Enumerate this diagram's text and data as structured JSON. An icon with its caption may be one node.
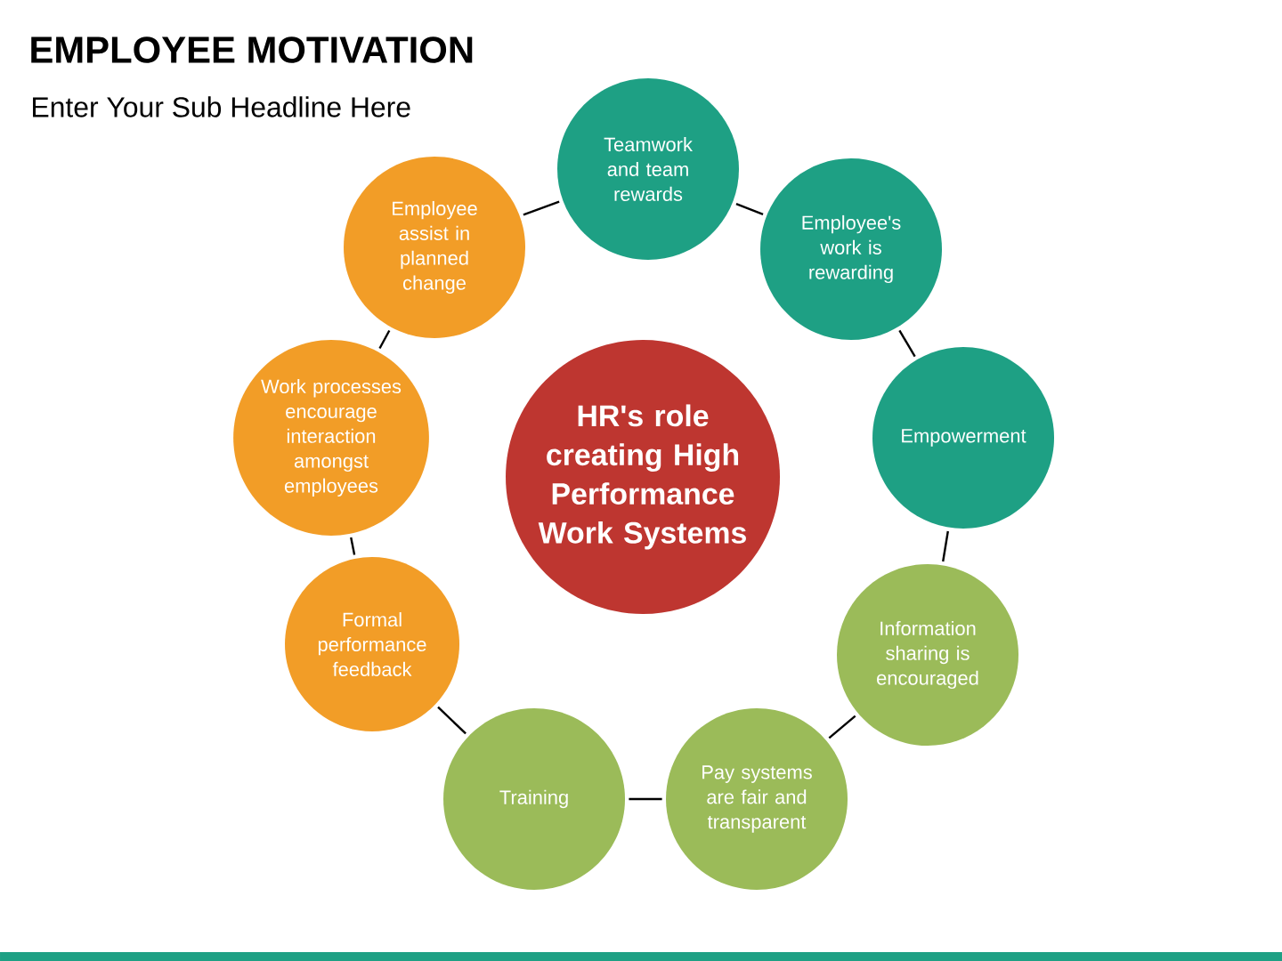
{
  "diagram": {
    "title": "EMPLOYEE MOTIVATION",
    "labels": [
      "Enter Your Sub Headline Here"
    ],
    "nodes": [
      {
        "text": [
          "HR's role creating High Performance Work Systems"
        ]
      },
      {
        "text": [
          "Teamwork and team rewards"
        ]
      },
      {
        "text": [
          "Employee's work is rewarding"
        ]
      },
      {
        "text": [
          "Empowerment"
        ]
      },
      {
        "text": [
          "Information sharing is encouraged"
        ]
      },
      {
        "text": [
          "Pay systems are fair and transparent"
        ]
      },
      {
        "text": [
          "Training"
        ]
      },
      {
        "text": [
          "Formal performance feedback"
        ]
      },
      {
        "text": [
          "Work processes encourage interaction amongst employees"
        ]
      },
      {
        "text": [
          "Employee assist in planned change"
        ]
      }
    ],
    "edges": [
      {
        "from": 1,
        "to": 2,
        "arrow": "none"
      },
      {
        "from": 2,
        "to": 3,
        "arrow": "none"
      },
      {
        "from": 3,
        "to": 4,
        "arrow": "none"
      },
      {
        "from": 4,
        "to": 5,
        "arrow": "none"
      },
      {
        "from": 5,
        "to": 6,
        "arrow": "none"
      },
      {
        "from": 6,
        "to": 7,
        "arrow": "none"
      },
      {
        "from": 7,
        "to": 8,
        "arrow": "none"
      },
      {
        "from": 8,
        "to": 9,
        "arrow": "none"
      },
      {
        "from": 9,
        "to": 1,
        "arrow": "none"
      }
    ]
  }
}
